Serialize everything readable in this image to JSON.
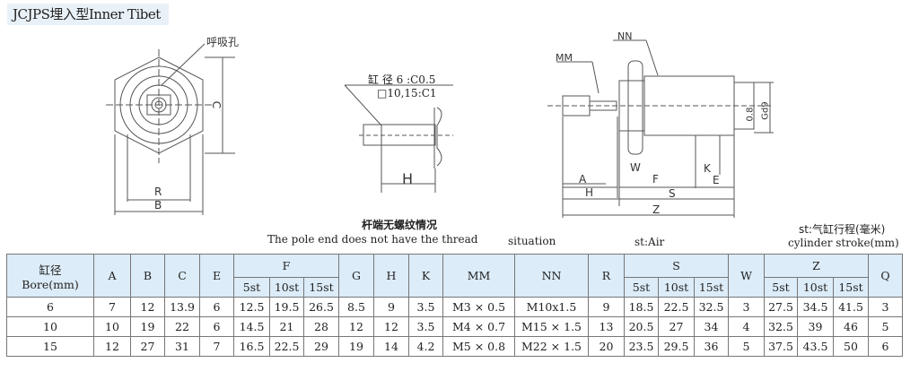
{
  "title": "JCJPS埋入型Inner Tibet",
  "drawing_labels": {
    "breather_hole": "呼吸孔",
    "R": "R",
    "B": "B",
    "C": "C",
    "chamfer_line1": "缸 径 6 :C0.5",
    "chamfer_line2": "□10,15:C1",
    "H": "H",
    "MM": "MM",
    "NN": "NN",
    "A": "A",
    "H2": "H",
    "W": "W",
    "F": "F",
    "K": "K",
    "E": "E",
    "S": "S",
    "Z": "Z",
    "d08": "0.8",
    "Gd9": "Gd9"
  },
  "captions": {
    "pole_cn": "杆端无螺纹情况",
    "pole_en": "The pole end does not have the thread",
    "situation": "situation",
    "st_air": "st:Air",
    "stroke_cn": "st:气缸行程(毫米)",
    "stroke_en": "cylinder  stroke(mm)"
  },
  "table": {
    "bore_cn": "缸径",
    "bore_en": "Bore(mm)",
    "headers": [
      "A",
      "B",
      "C",
      "E",
      "F",
      "G",
      "H",
      "K",
      "MM",
      "NN",
      "R",
      "S",
      "W",
      "Z",
      "Q"
    ],
    "sub": [
      "5st",
      "10st",
      "15st"
    ],
    "rows": [
      [
        "6",
        "7",
        "12",
        "13.9",
        "6",
        "12.5",
        "19.5",
        "26.5",
        "8.5",
        "9",
        "3.5",
        "M3 × 0.5",
        "M10x1.5",
        "9",
        "18.5",
        "22.5",
        "32.5",
        "3",
        "27.5",
        "34.5",
        "41.5",
        "3"
      ],
      [
        "10",
        "10",
        "19",
        "22",
        "6",
        "14.5",
        "21",
        "28",
        "12",
        "12",
        "3.5",
        "M4 × 0.7",
        "M15 × 1.5",
        "13",
        "20.5",
        "27",
        "34",
        "4",
        "32.5",
        "39",
        "46",
        "5"
      ],
      [
        "15",
        "12",
        "27",
        "31",
        "7",
        "16.5",
        "22.5",
        "29",
        "19",
        "14",
        "4.2",
        "M5 × 0.8",
        "M22 × 1.5",
        "20",
        "23.5",
        "29.5",
        "36",
        "5",
        "37.5",
        "43.5",
        "50",
        "6"
      ]
    ]
  }
}
